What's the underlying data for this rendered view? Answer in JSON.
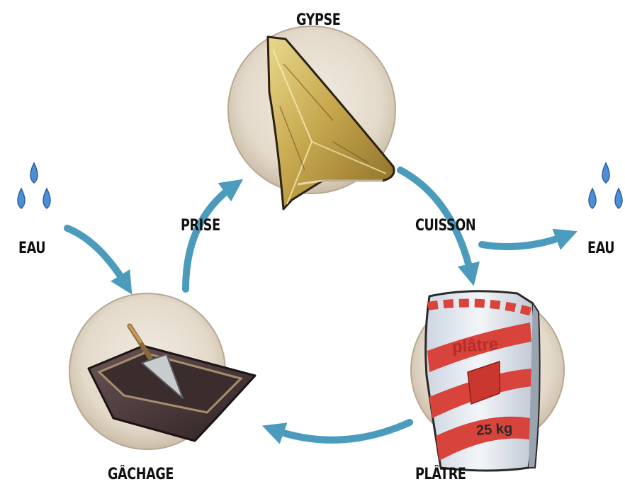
{
  "diagram": {
    "top_label": "GYPSE",
    "left_arc_label": "PRISE",
    "right_arc_label": "CUISSON",
    "water_in_label": "EAU",
    "water_out_label": "EAU",
    "bottom_left_label": "GÂCHAGE",
    "bottom_right_label": "PLÂTRE",
    "bag_brand": "plâtre",
    "bag_weight": "25 kg"
  },
  "colors": {
    "arrow": "#4b9bbd",
    "disc": "#e6ddd0",
    "crystal": "#c9ae55",
    "bag_red": "#d8433b",
    "water": "#4c8fd6",
    "tray": "#4a3a3c"
  },
  "icons": [
    "gypsum-crystal-icon",
    "plaster-bag-icon",
    "mixing-trough-icon",
    "trowel-icon",
    "water-drops-icon"
  ]
}
